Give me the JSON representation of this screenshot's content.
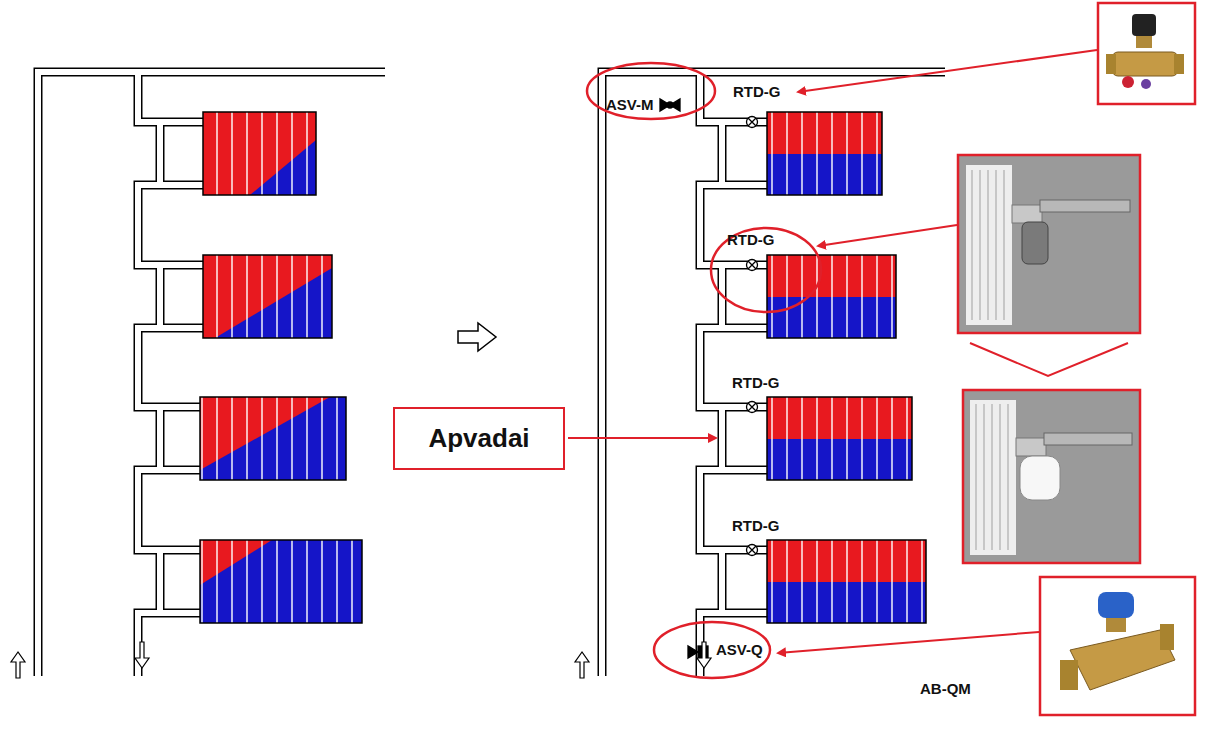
{
  "diagram": {
    "nodes": [
      {
        "text": [
          "Apvadai"
        ]
      }
    ],
    "labels": [
      "ASV-M",
      "RTD-G",
      "RTD-G",
      "RTD-G",
      "RTD-G",
      "ASV-Q",
      "AB-QM"
    ]
  }
}
